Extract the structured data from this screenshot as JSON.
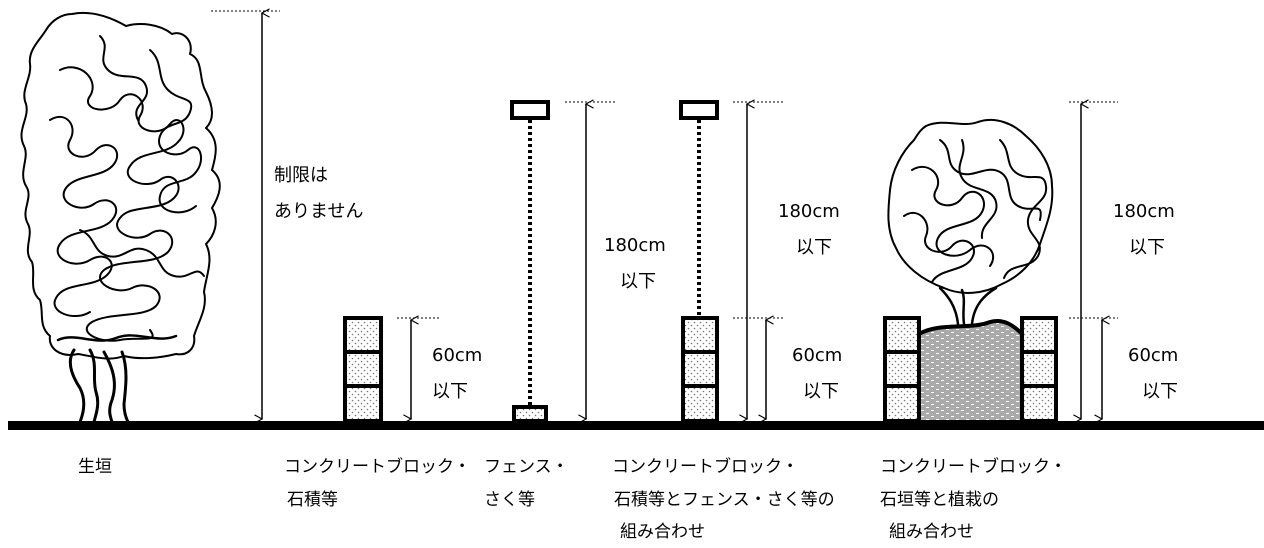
{
  "colors": {
    "line": "#000000",
    "block_fill": "#ffffff",
    "block_dots": "#777777",
    "soil_fill": "#aaaaaa",
    "background": "#ffffff"
  },
  "icons": {
    "hedge": "hedge-icon",
    "tree": "tree-icon",
    "block": "concrete-block-icon",
    "fence": "fence-icon"
  },
  "hedge": {
    "label": "生垣",
    "limit_line1": "制限は",
    "limit_line2": "ありません"
  },
  "block_wall": {
    "label_line1": "コンクリートブロック・",
    "label_line2": "石積等",
    "dim_value": "60cm",
    "dim_unit": "以下"
  },
  "fence": {
    "label_line1": "フェンス・",
    "label_line2": "さく等",
    "dim_value": "180cm",
    "dim_unit": "以下"
  },
  "block_fence": {
    "label_line1": "コンクリートブロック・",
    "label_line2": "石積等とフェンス・さく等の",
    "label_line3": "組み合わせ",
    "upper_value": "180cm",
    "upper_unit": "以下",
    "lower_value": "60cm",
    "lower_unit": "以下"
  },
  "block_planting": {
    "label_line1": "コンクリートブロック・",
    "label_line2": "石垣等と植栽の",
    "label_line3": "組み合わせ",
    "upper_value": "180cm",
    "upper_unit": "以下",
    "lower_value": "60cm",
    "lower_unit": "以下"
  }
}
